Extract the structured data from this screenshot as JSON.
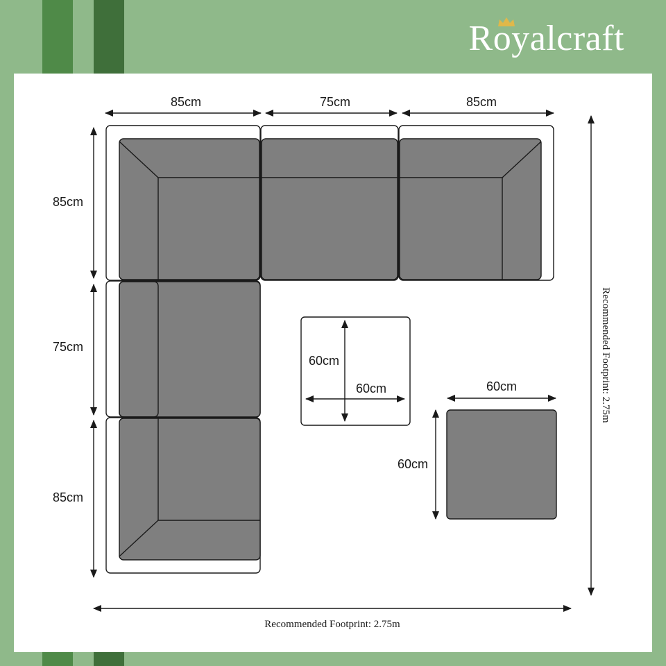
{
  "brand": {
    "name": "Royalcraft",
    "crown_icon": "crown-icon",
    "text_color": "#ffffff"
  },
  "colors": {
    "background_green": "#8fb98a",
    "stripe_dark": "#3f6f3a",
    "stripe_mid": "#4f8a48",
    "panel": "#ffffff",
    "cushion": "#7f7f7f",
    "outline": "#1a1a1a",
    "crown": "#e0b84a"
  },
  "dimensions": {
    "top_left_width": "85cm",
    "top_middle_width": "75cm",
    "top_right_width": "85cm",
    "left_top_depth": "85cm",
    "left_middle_depth": "75cm",
    "left_bottom_depth": "85cm",
    "table_depth": "60cm",
    "table_width": "60cm",
    "stool_width": "60cm",
    "stool_depth": "60cm",
    "footprint_horizontal": "Recommended Footprint: 2.75m",
    "footprint_vertical": "Recommended Footprint: 2.75m"
  }
}
